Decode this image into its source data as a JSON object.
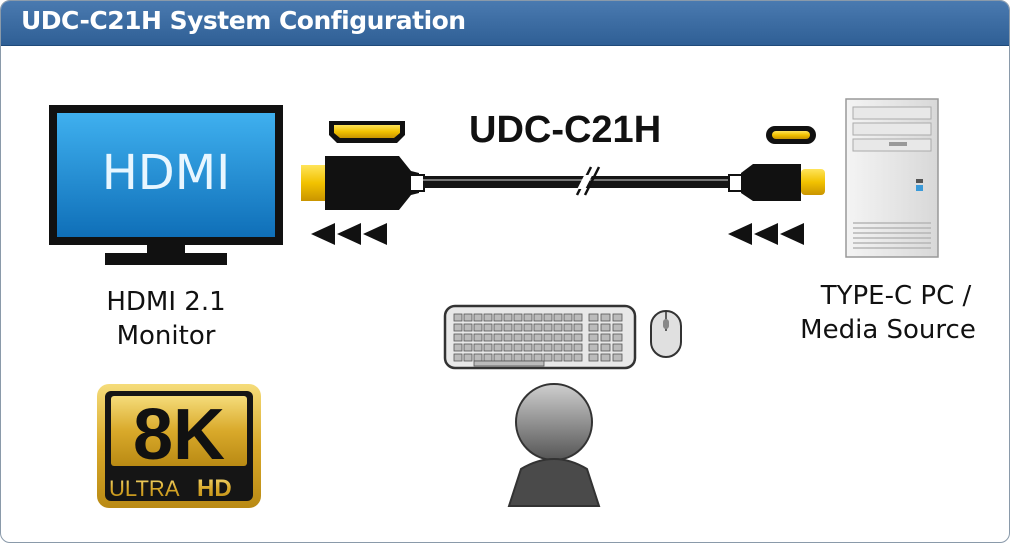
{
  "header": {
    "title": "UDC-C21H System Configuration"
  },
  "monitor": {
    "screen_text": "HDMI",
    "label_line1": "HDMI 2.1",
    "label_line2": "Monitor"
  },
  "cable": {
    "title": "UDC-C21H"
  },
  "source": {
    "label_line1": "TYPE-C PC /",
    "label_line2": "Media Source"
  },
  "badge": {
    "big": "8K",
    "small_left": "ULTRA",
    "small_right": "HD"
  },
  "icons": [
    "hdmi-connector-icon",
    "usb-c-connector-icon",
    "direction-arrows-icon",
    "pc-tower-icon",
    "keyboard-icon",
    "mouse-icon",
    "user-icon",
    "monitor-icon"
  ],
  "colors": {
    "header": "#3a6aa0",
    "gold": "#f2c200",
    "screen": "#1a8fd8"
  }
}
